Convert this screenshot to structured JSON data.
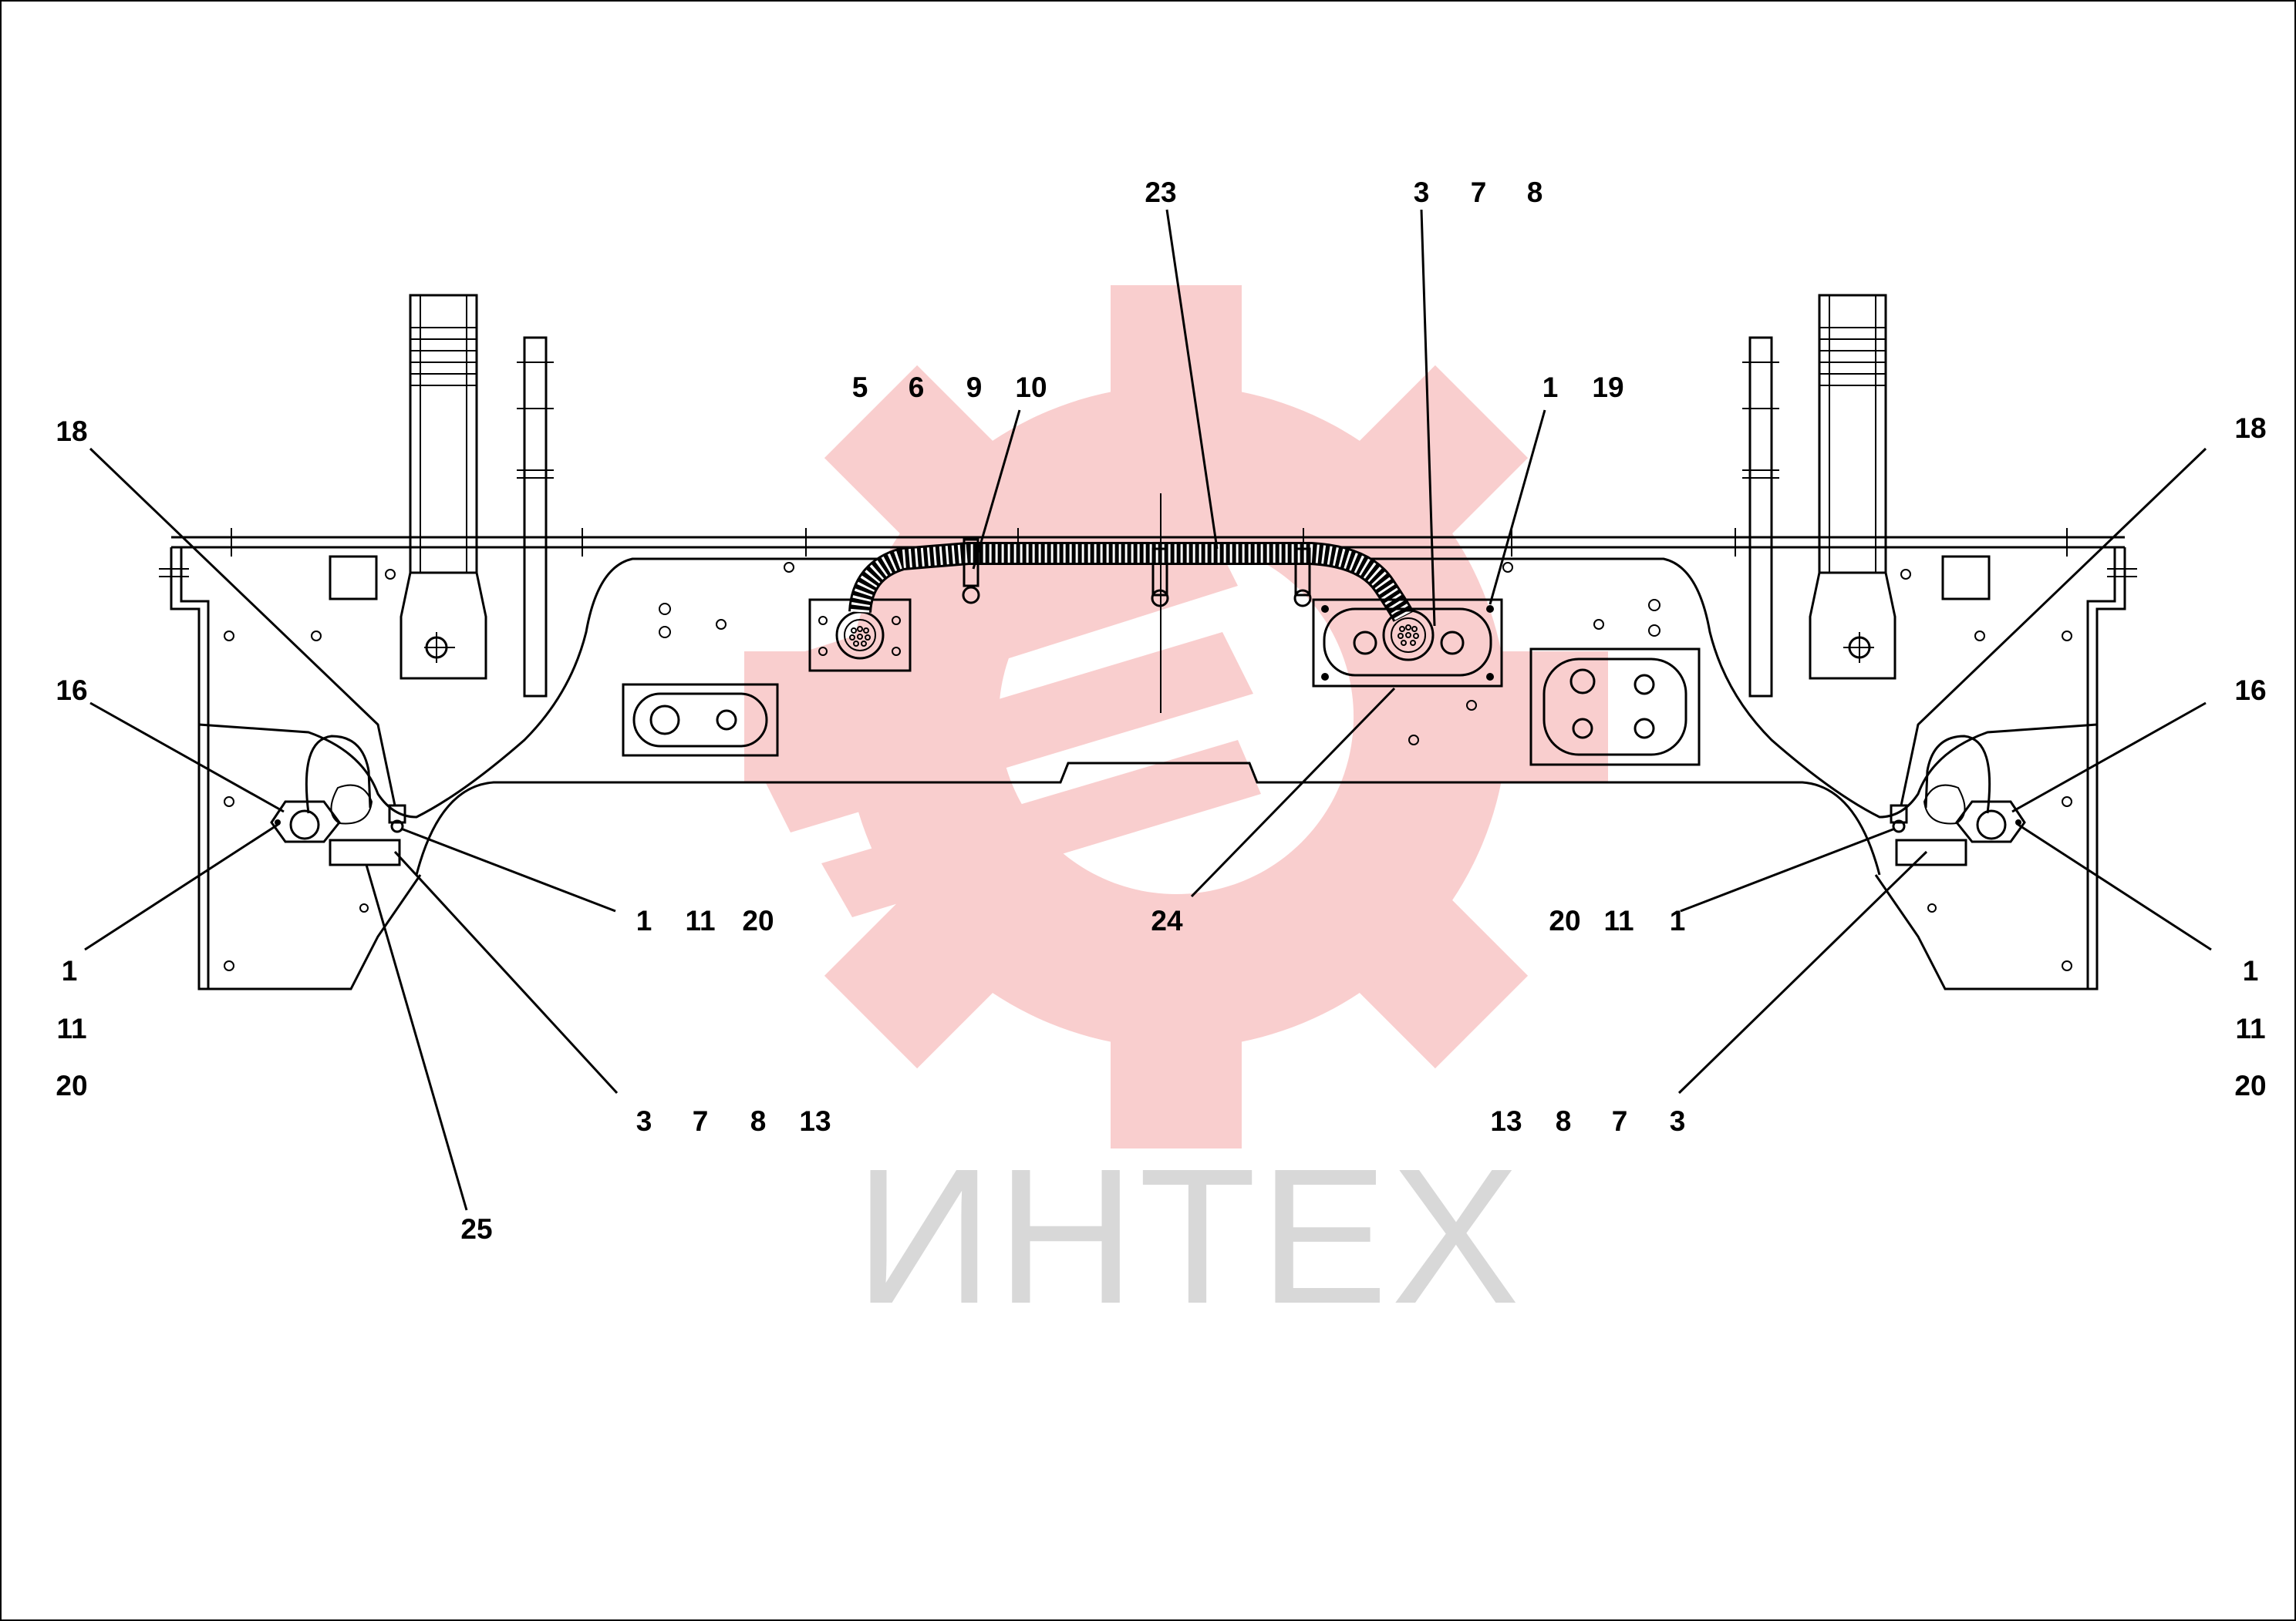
{
  "watermark": {
    "text": "ИНТЕХ",
    "gear_color": "#f8c6c6",
    "text_color": "#d8d8d8"
  },
  "callouts": {
    "top_23": "23",
    "top_3": "3",
    "top_7": "7",
    "top_8": "8",
    "mid_5": "5",
    "mid_6": "6",
    "mid_9": "9",
    "mid_10": "10",
    "mid_1": "1",
    "mid_19": "19",
    "left_18": "18",
    "right_18": "18",
    "left_16": "16",
    "right_16": "16",
    "left_col_1": "1",
    "left_col_11": "11",
    "left_col_20": "20",
    "right_col_1": "1",
    "right_col_11": "11",
    "right_col_20": "20",
    "left_row_1": "1",
    "left_row_11": "11",
    "left_row_20": "20",
    "right_row_20": "20",
    "right_row_11": "11",
    "right_row_1": "1",
    "center_24": "24",
    "left_bot_3": "3",
    "left_bot_7": "7",
    "left_bot_8": "8",
    "left_bot_13": "13",
    "right_bot_13": "13",
    "right_bot_8": "8",
    "right_bot_7": "7",
    "right_bot_3": "3",
    "bottom_25": "25"
  }
}
